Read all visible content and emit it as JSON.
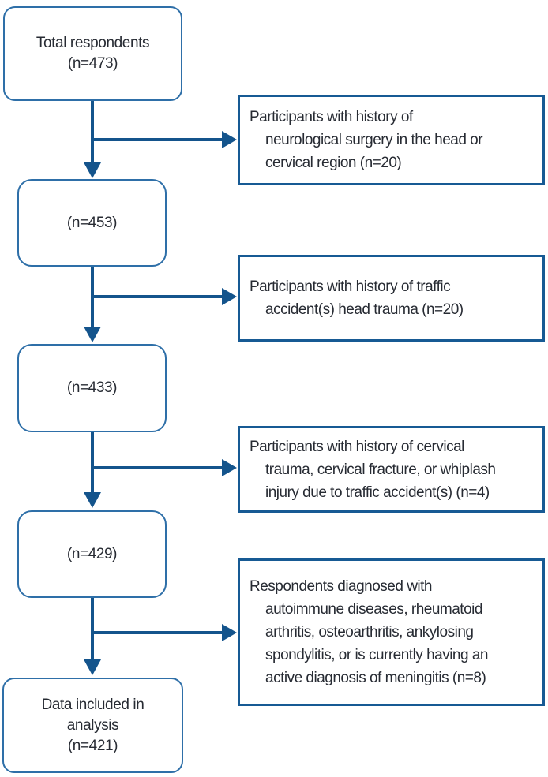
{
  "colors": {
    "arrow_blue": "#14548C",
    "rounded_border": "#2E6FA8",
    "side_border": "#175A94",
    "text_color": "#272B33"
  },
  "flow": {
    "main_boxes": [
      {
        "id": "total-respondents",
        "label": "Total respondents\n(n=473)"
      },
      {
        "id": "n-453",
        "label": "(n=453)"
      },
      {
        "id": "n-433",
        "label": "(n=433)"
      },
      {
        "id": "n-429",
        "label": "(n=429)"
      },
      {
        "id": "data-included",
        "label": "Data included in\nanalysis\n(n=421)"
      }
    ],
    "exclusion_boxes": [
      {
        "id": "exclusion-neurological-surgery",
        "label": "Participants with history of\nneurological surgery in the head or\ncervical region (n=20)"
      },
      {
        "id": "exclusion-traffic-head-trauma",
        "label": "Participants with history of traffic\naccident(s) head trauma (n=20)"
      },
      {
        "id": "exclusion-cervical-trauma",
        "label": "Participants with history of cervical\ntrauma, cervical fracture, or whiplash\ninjury due to traffic accident(s) (n=4)"
      },
      {
        "id": "exclusion-diagnoses",
        "label": "Respondents diagnosed with\nautoimmune diseases, rheumatoid\narthritis, osteoarthritis, ankylosing\nspondylitis, or is currently having an\nactive diagnosis of meningitis (n=8)"
      }
    ]
  }
}
